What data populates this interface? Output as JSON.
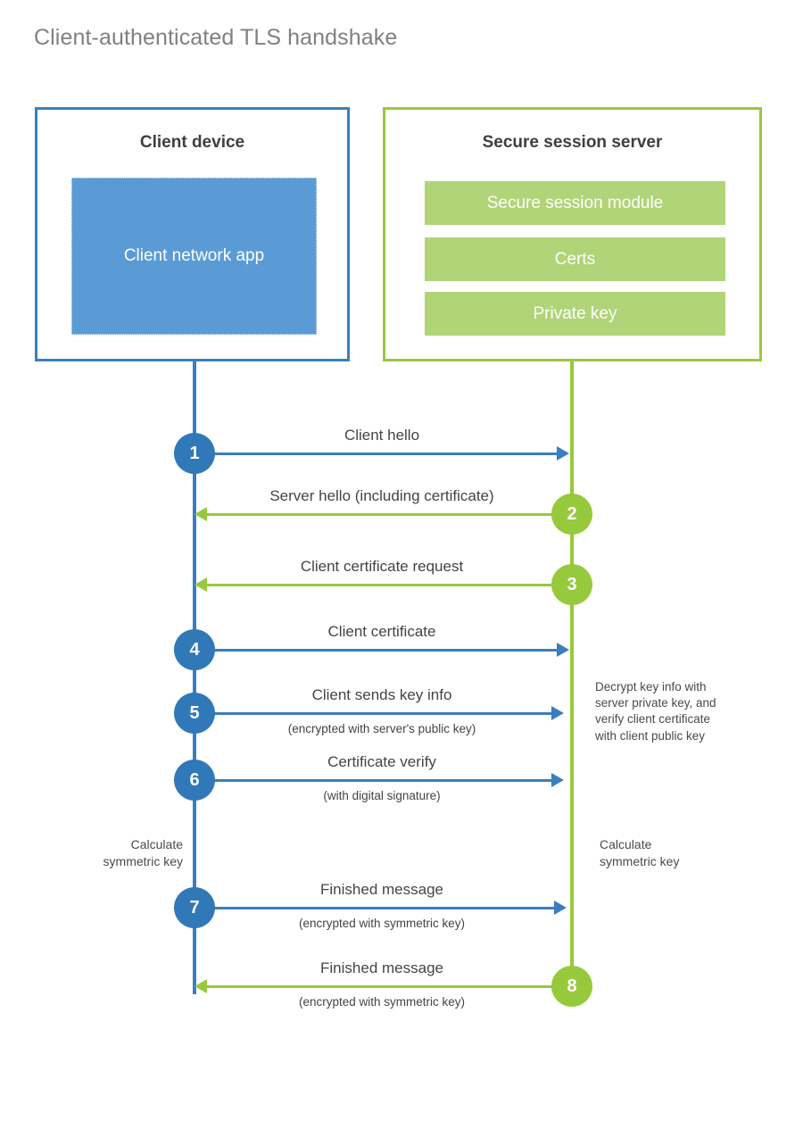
{
  "title": "Client-authenticated TLS handshake",
  "colors": {
    "client_blue": "#3a7ebf",
    "client_circle_blue": "#3178b8",
    "client_app_blue": "#5b9bd5",
    "server_green": "#97c93d",
    "server_bar_green": "#b1d478",
    "title_gray": "#808080",
    "text_gray": "#444444"
  },
  "actors": {
    "client": {
      "title": "Client device",
      "app_label": "Client network app"
    },
    "server": {
      "title": "Secure session server",
      "components": [
        "Secure session module",
        "Certs",
        "Private key"
      ]
    }
  },
  "steps": [
    {
      "number": "1",
      "direction": "client-to-server",
      "label": "Client hello",
      "sublabel": ""
    },
    {
      "number": "2",
      "direction": "server-to-client",
      "label": "Server hello (including certificate)",
      "sublabel": ""
    },
    {
      "number": "3",
      "direction": "server-to-client",
      "label": "Client certificate request",
      "sublabel": ""
    },
    {
      "number": "4",
      "direction": "client-to-server",
      "label": "Client certificate",
      "sublabel": ""
    },
    {
      "number": "5",
      "direction": "client-to-server",
      "label": "Client sends key info",
      "sublabel": "(encrypted with server's public key)"
    },
    {
      "number": "6",
      "direction": "client-to-server",
      "label": "Certificate verify",
      "sublabel": "(with digital signature)"
    },
    {
      "number": "7",
      "direction": "client-to-server",
      "label": "Finished message",
      "sublabel": "(encrypted with symmetric key)"
    },
    {
      "number": "8",
      "direction": "server-to-client",
      "label": "Finished message",
      "sublabel": "(encrypted with symmetric key)"
    }
  ],
  "annotations": {
    "server_decrypt": [
      "Decrypt key info with",
      "server private key, and",
      "verify client certificate",
      "with client public key"
    ],
    "client_calculate": [
      "Calculate",
      "symmetric key"
    ],
    "server_calculate": [
      "Calculate",
      "symmetric key"
    ]
  }
}
